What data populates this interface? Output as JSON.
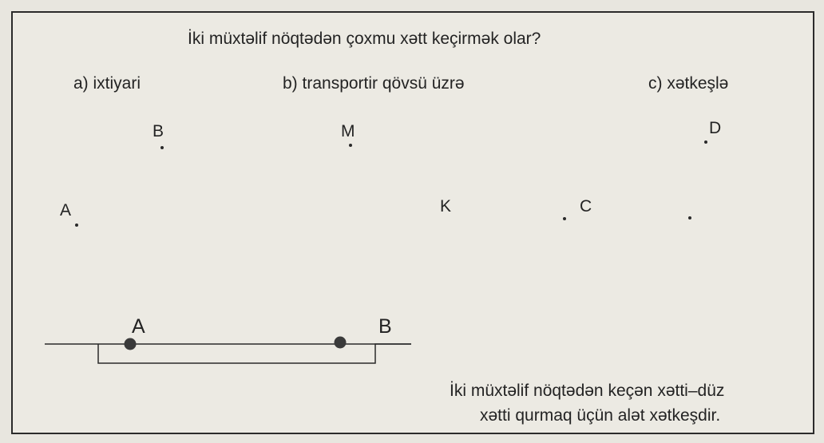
{
  "question": "İki müxtəlif nöqtədən çoxmu xətt keçirmək olar?",
  "options": {
    "a": "a) ixtiyari",
    "b": "b) transportir qövsü üzrə",
    "c": "c) xətkeşlə"
  },
  "points": {
    "B": "B",
    "M": "M",
    "D": "D",
    "A": "A",
    "K": "K",
    "C": "C"
  },
  "segment": {
    "left_label": "A",
    "right_label": "B"
  },
  "caption": {
    "line1": "İki müxtəlif nöqtədən keçən xətti–düz",
    "line2": "xətti qurmaq üçün alət xətkeşdir."
  }
}
